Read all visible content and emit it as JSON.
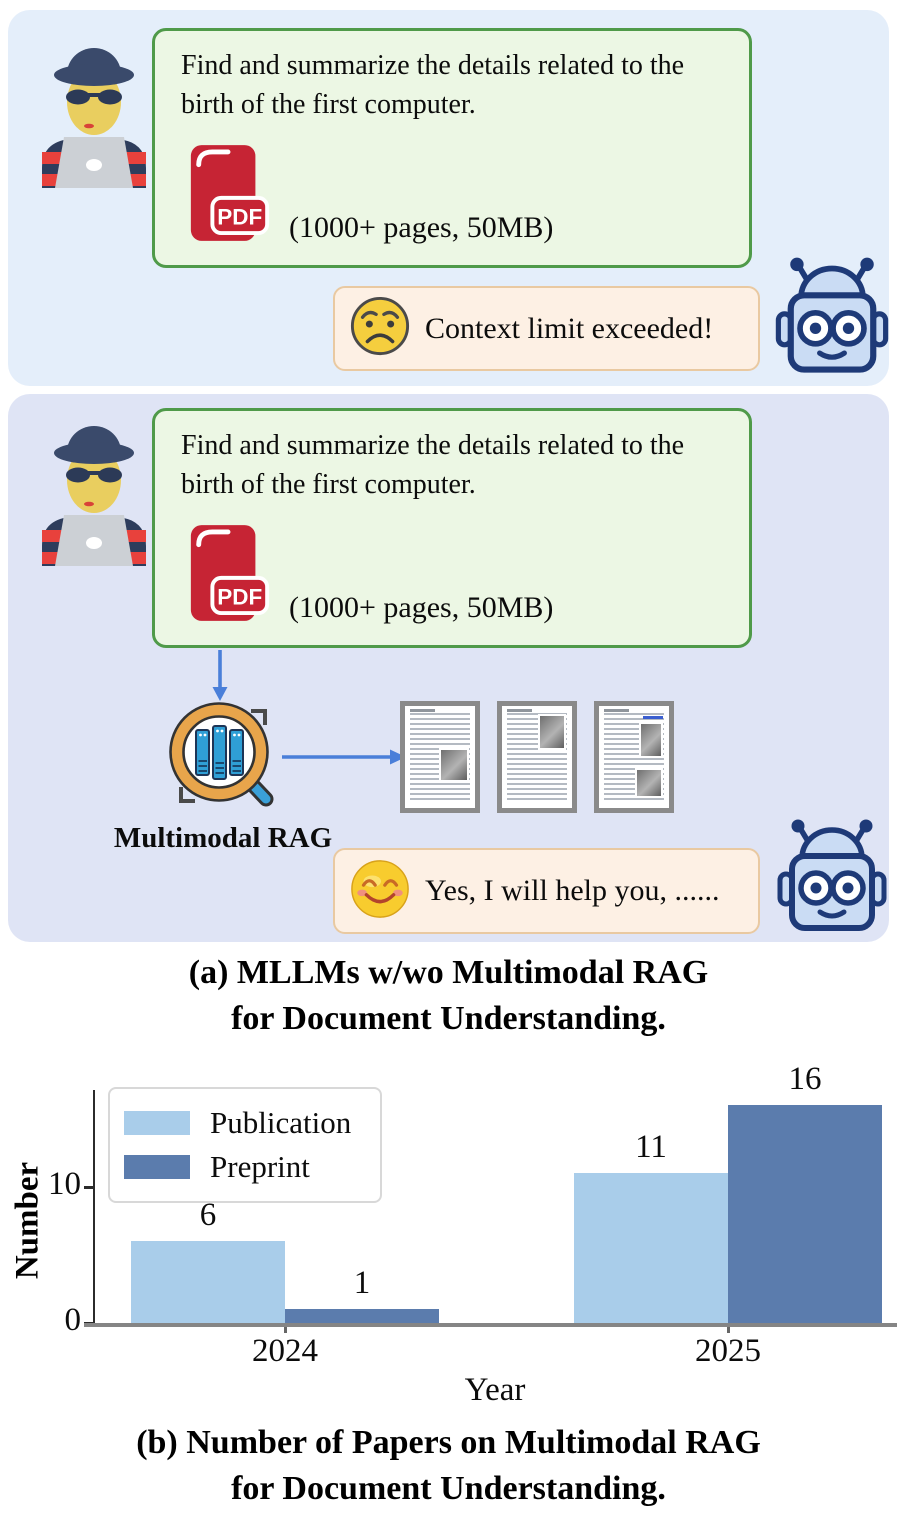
{
  "figure": {
    "panel_a": {
      "query": "Find and summarize the details related to the birth of the first computer.",
      "pdf_label": "PDF",
      "pdf_note": "(1000+ pages, 50MB)",
      "response": "Context limit exceeded!"
    },
    "panel_b": {
      "query": "Find and summarize the details related to the birth of the first computer.",
      "pdf_label": "PDF",
      "pdf_note": "(1000+ pages, 50MB)",
      "rag_label": "Multimodal RAG",
      "response": "Yes, I will help you, ......"
    },
    "caption_a": {
      "line1": "(a) MLLMs w/wo Multimodal RAG",
      "line2": "for Document Understanding."
    },
    "caption_b": {
      "line1": "(b) Number of Papers on Multimodal RAG",
      "line2": "for Document Understanding."
    }
  },
  "chart_data": {
    "type": "bar",
    "categories": [
      "2024",
      "2025"
    ],
    "series": [
      {
        "name": "Publication",
        "values": [
          6,
          11
        ],
        "color": "#a9cdea"
      },
      {
        "name": "Preprint",
        "values": [
          1,
          16
        ],
        "color": "#5b7cad"
      }
    ],
    "title": "",
    "xlabel": "Year",
    "ylabel": "Number",
    "yticks": [
      0,
      10
    ],
    "ylim": [
      0,
      17.5
    ],
    "grid": false,
    "legend_position": "upper left",
    "bar_value_labels": true
  },
  "colors": {
    "panel_a_bg": "#e4eefa",
    "panel_b_bg": "#dfe4f5",
    "query_box_bg": "#ecf7e4",
    "query_box_border": "#4f9a49",
    "response_box_bg": "#fdf0e4",
    "response_box_border": "#e9c9a1",
    "arrow": "#4a7fd9",
    "pdf_red": "#c62434",
    "robot_outline": "#1e3a78",
    "robot_fill": "#cadcf4"
  }
}
